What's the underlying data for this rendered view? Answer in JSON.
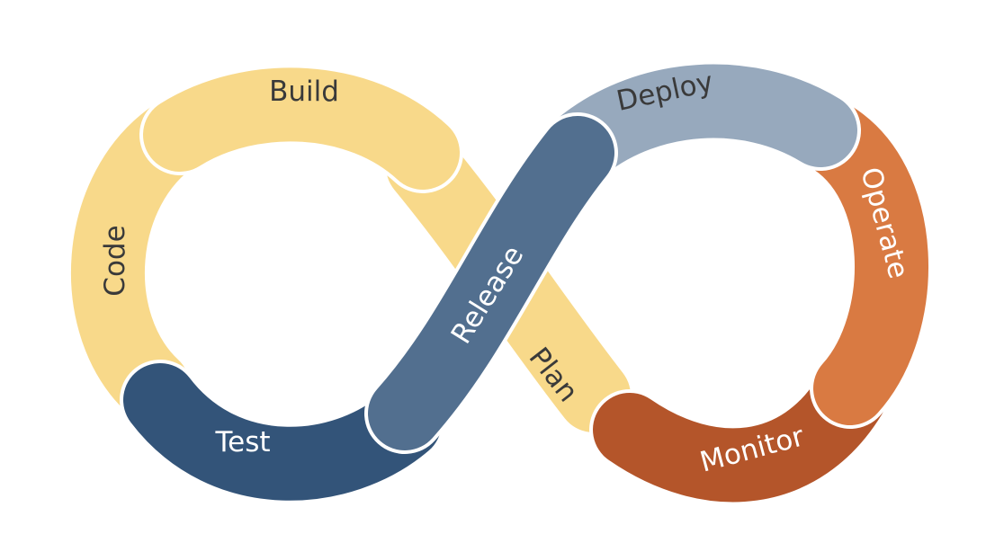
{
  "diagram": {
    "stages": {
      "plan": {
        "label": "Plan",
        "color": "#F8D98A",
        "text_color": "#3a3a3a"
      },
      "code": {
        "label": "Code",
        "color": "#F8D98A",
        "text_color": "#3a3a3a"
      },
      "build": {
        "label": "Build",
        "color": "#F8D98A",
        "text_color": "#3a3a3a"
      },
      "test": {
        "label": "Test",
        "color": "#335479",
        "text_color": "#ffffff"
      },
      "release": {
        "label": "Release",
        "color": "#526F8F",
        "text_color": "#ffffff"
      },
      "deploy": {
        "label": "Deploy",
        "color": "#97A9BD",
        "text_color": "#3a3a3a"
      },
      "operate": {
        "label": "Operate",
        "color": "#D97A42",
        "text_color": "#ffffff"
      },
      "monitor": {
        "label": "Monitor",
        "color": "#B4552A",
        "text_color": "#ffffff"
      }
    }
  }
}
